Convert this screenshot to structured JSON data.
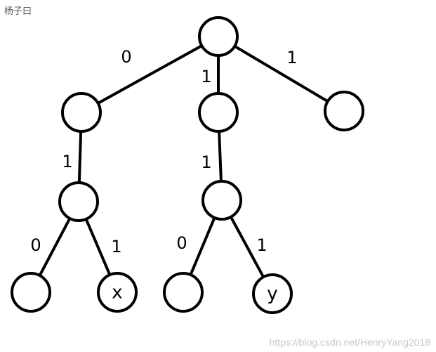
{
  "caption": "杨子曰",
  "watermark": "https://blog.csdn.net/HenryYang2018",
  "diagram": {
    "nodes": [
      {
        "id": "root",
        "label": ""
      },
      {
        "id": "n0",
        "label": ""
      },
      {
        "id": "n1",
        "label": ""
      },
      {
        "id": "n2",
        "label": ""
      },
      {
        "id": "n01",
        "label": ""
      },
      {
        "id": "n11",
        "label": ""
      },
      {
        "id": "n010",
        "label": ""
      },
      {
        "id": "n011",
        "label": "x"
      },
      {
        "id": "n110",
        "label": ""
      },
      {
        "id": "n111",
        "label": "y"
      }
    ],
    "edges": [
      {
        "from": "root",
        "to": "n0",
        "label": "0"
      },
      {
        "from": "root",
        "to": "n1",
        "label": "1"
      },
      {
        "from": "root",
        "to": "n2",
        "label": "1"
      },
      {
        "from": "n0",
        "to": "n01",
        "label": "1"
      },
      {
        "from": "n1",
        "to": "n11",
        "label": "1"
      },
      {
        "from": "n01",
        "to": "n010",
        "label": "0"
      },
      {
        "from": "n01",
        "to": "n011",
        "label": "1"
      },
      {
        "from": "n11",
        "to": "n110",
        "label": "0"
      },
      {
        "from": "n11",
        "to": "n111",
        "label": "1"
      }
    ]
  }
}
